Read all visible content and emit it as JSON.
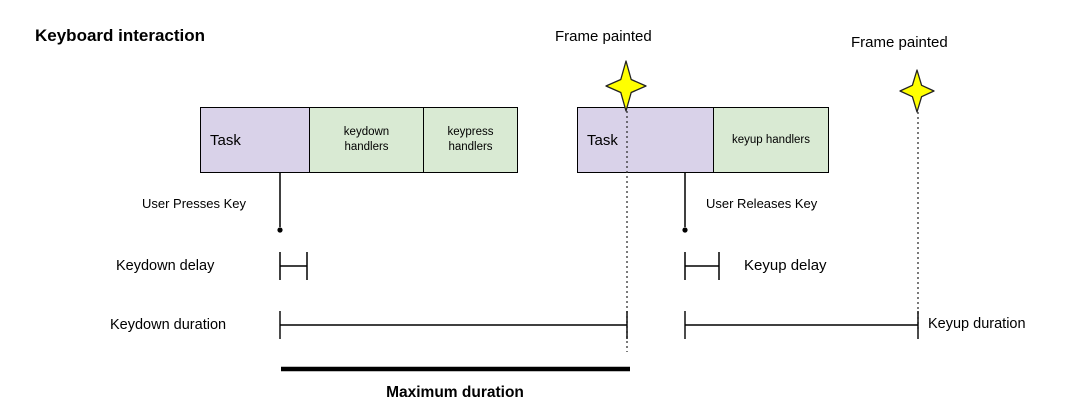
{
  "title": "Keyboard interaction",
  "labels": {
    "frame_painted_1": "Frame painted",
    "frame_painted_2": "Frame painted",
    "user_presses_key": "User Presses Key",
    "user_releases_key": "User Releases Key",
    "keydown_delay": "Keydown delay",
    "keyup_delay": "Keyup delay",
    "keydown_duration": "Keydown duration",
    "keyup_duration": "Keyup duration",
    "maximum_duration": "Maximum duration"
  },
  "bars": {
    "group1": [
      {
        "label": "Task"
      },
      {
        "label": "keydown handlers"
      },
      {
        "label": "keypress handlers"
      }
    ],
    "group2": [
      {
        "label": "Task"
      },
      {
        "label": "keyup handlers"
      }
    ]
  },
  "colors": {
    "task_fill": "#d9d2e9",
    "handler_fill": "#d9ead3",
    "star_fill": "#ffff00",
    "line_color": "#000000"
  }
}
